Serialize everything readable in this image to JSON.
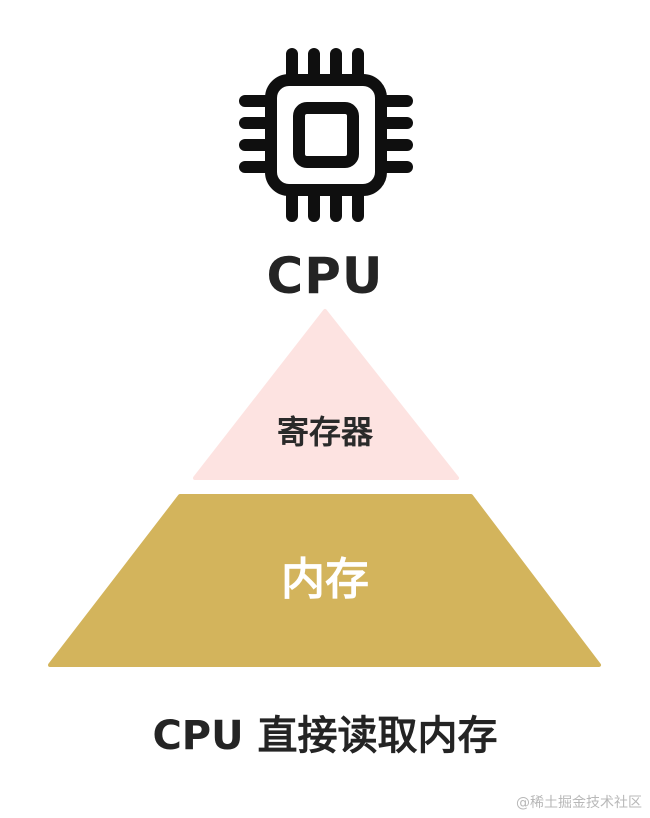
{
  "cpu": {
    "icon": "cpu-chip-icon",
    "label": "CPU"
  },
  "pyramid": {
    "top_layer": {
      "label": "寄存器",
      "color": "#fde3e1"
    },
    "bottom_layer": {
      "label": "内存",
      "color": "#d3b45c"
    }
  },
  "caption": "CPU 直接读取内存",
  "watermark": "@稀土掘金技术社区"
}
